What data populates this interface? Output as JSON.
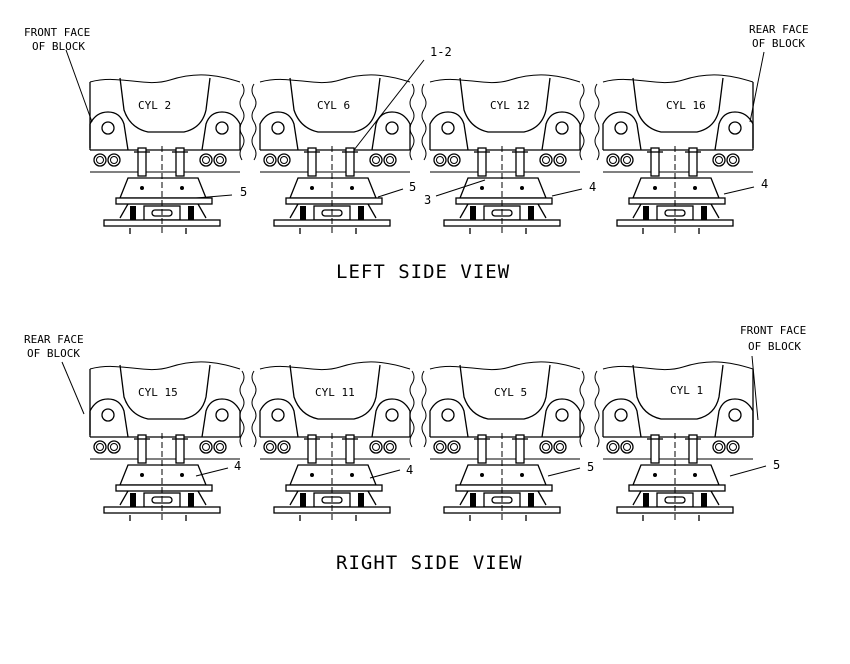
{
  "views": [
    {
      "title": "LEFT SIDE VIEW",
      "corner_left": [
        "FRONT FACE",
        "OF BLOCK"
      ],
      "corner_right": [
        "REAR FACE",
        "OF BLOCK"
      ],
      "cylinders": [
        "CYL 2",
        "CYL 6",
        "CYL 12",
        "CYL 16"
      ],
      "callouts": [
        "5",
        "5",
        "4",
        "4",
        "1-2",
        "3"
      ]
    },
    {
      "title": "RIGHT SIDE VIEW",
      "corner_left": [
        "REAR FACE",
        "OF BLOCK"
      ],
      "corner_right": [
        "FRONT FACE",
        "OF BLOCK"
      ],
      "cylinders": [
        "CYL 15",
        "CYL 11",
        "CYL 5",
        "CYL 1"
      ],
      "callouts": [
        "4",
        "4",
        "5",
        "5"
      ]
    }
  ]
}
